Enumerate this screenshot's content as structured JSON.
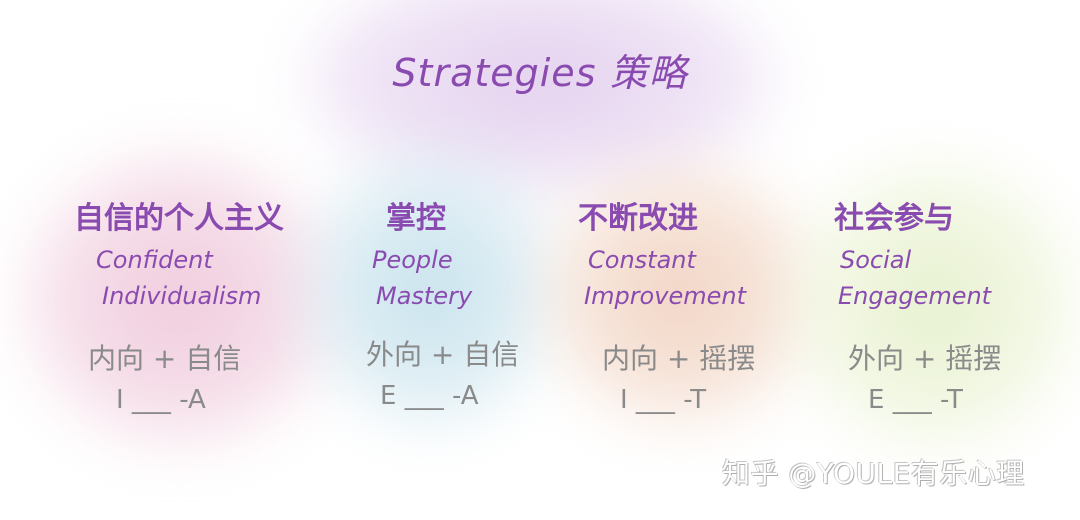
{
  "title": "Strategies 策略",
  "colors": {
    "heading_purple": "#8a4bb0",
    "desc_gray": "#8a8a8a",
    "blob_top": "#e6d4f0",
    "blob_pink": "#f2d2e1",
    "blob_blue": "#d2e8f0",
    "blob_peach": "#f4dccd",
    "blob_green": "#ecf4d6"
  },
  "strategies": [
    {
      "zh": "自信的个人主义",
      "en_line1": "Confident",
      "en_line2": "Individualism",
      "desc": "内向 + 自信",
      "code": "I ___ -A",
      "blob_color": "pink"
    },
    {
      "zh": "掌控",
      "en_line1": "People",
      "en_line2": "Mastery",
      "desc": "外向 + 自信",
      "code": "E ___ -A",
      "blob_color": "blue"
    },
    {
      "zh": "不断改进",
      "en_line1": "Constant",
      "en_line2": "Improvement",
      "desc": "内向 + 摇摆",
      "code": "I ___ -T",
      "blob_color": "peach"
    },
    {
      "zh": "社会参与",
      "en_line1": "Social",
      "en_line2": "Engagement",
      "desc": "外向 + 摇摆",
      "code": "E ___ -T",
      "blob_color": "green"
    }
  ],
  "watermark": "知乎 @YOULE有乐心理"
}
